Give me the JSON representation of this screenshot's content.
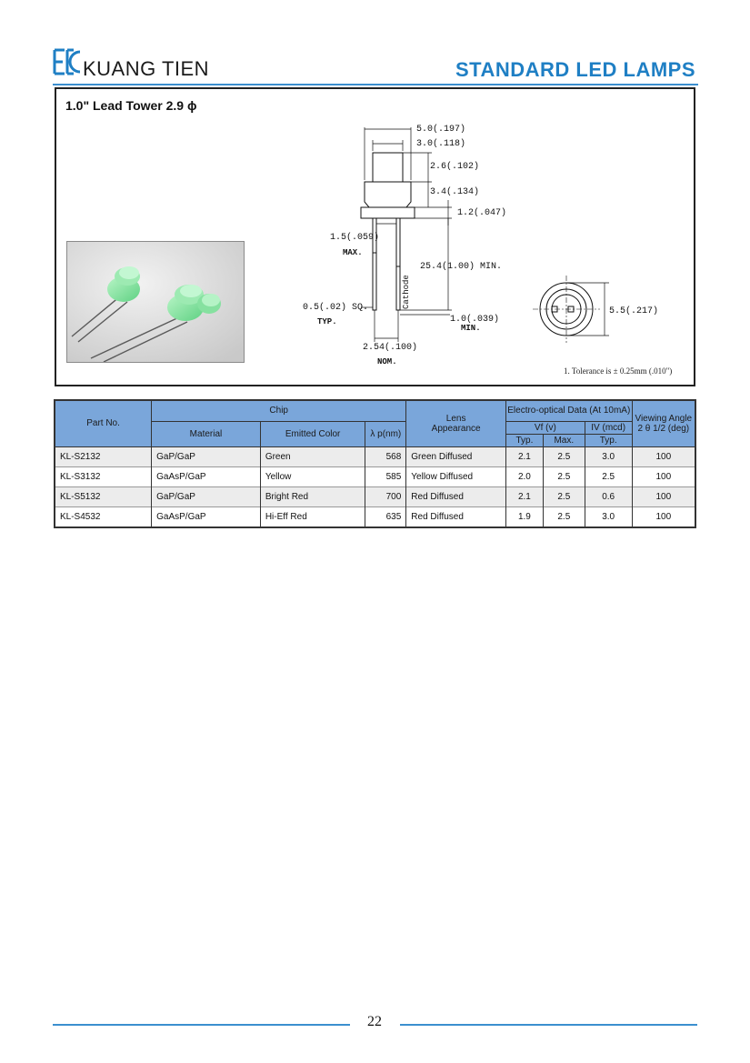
{
  "header": {
    "brand": "KUANG TIEN",
    "page_title": "STANDARD LED LAMPS",
    "accent_color": "#1f7fc4"
  },
  "product": {
    "title": "1.0\" Lead Tower 2.9 ϕ",
    "lens_color": "#7fe39a"
  },
  "drawing": {
    "dim_top_width": "5.0(.197)",
    "dim_top_inner": "3.0(.118)",
    "dim_cap_height": "2.6(.102)",
    "dim_body_height": "3.4(.134)",
    "dim_flange": "1.2(.047)",
    "dim_lead_gap": "1.5(.059)",
    "dim_lead_gap_note": "MAX.",
    "dim_lead_length": "25.4(1.00)  MIN.",
    "dim_lead_section": "0.5(.02)  SQ.",
    "dim_lead_section_note": "TYP.",
    "dim_lead_end": "1.0(.039)",
    "dim_lead_end_note": "MIN.",
    "dim_pitch": "2.54(.100)",
    "dim_pitch_note": "NOM.",
    "dim_diameter": "5.5(.217)",
    "cathode_label": "Cathode",
    "tolerance_note": "1. Tolerance is ± 0.25mm (.010\")"
  },
  "table": {
    "headers": {
      "part_no": "Part No.",
      "chip": "Chip",
      "material": "Material",
      "emitted_color": "Emitted Color",
      "wavelength": "λ p(nm)",
      "lens_line1": "Lens",
      "lens_line2": "Appearance",
      "electro": "Electro-optical Data (At 10mA)",
      "vf": "Vf  (v)",
      "iv": "IV  (mcd)",
      "typ": "Typ.",
      "max": "Max.",
      "typ2": "Typ.",
      "angle_line1": "Viewing Angle",
      "angle_line2": "2 θ  1/2 (deg)"
    },
    "header_color": "#7aa6da",
    "rows": [
      {
        "part": "KL-S2132",
        "material": "GaP/GaP",
        "color": "Green",
        "wavelength": "568",
        "lens": "Green Diffused",
        "vf_typ": "2.1",
        "vf_max": "2.5",
        "iv_typ": "3.0",
        "angle": "100"
      },
      {
        "part": "KL-S3132",
        "material": "GaAsP/GaP",
        "color": "Yellow",
        "wavelength": "585",
        "lens": "Yellow Diffused",
        "vf_typ": "2.0",
        "vf_max": "2.5",
        "iv_typ": "2.5",
        "angle": "100"
      },
      {
        "part": "KL-S5132",
        "material": "GaP/GaP",
        "color": "Bright Red",
        "wavelength": "700",
        "lens": "Red Diffused",
        "vf_typ": "2.1",
        "vf_max": "2.5",
        "iv_typ": "0.6",
        "angle": "100"
      },
      {
        "part": "KL-S4532",
        "material": "GaAsP/GaP",
        "color": "Hi-Eff Red",
        "wavelength": "635",
        "lens": "Red Diffused",
        "vf_typ": "1.9",
        "vf_max": "2.5",
        "iv_typ": "3.0",
        "angle": "100"
      }
    ]
  },
  "footer": {
    "page_number": "22"
  }
}
